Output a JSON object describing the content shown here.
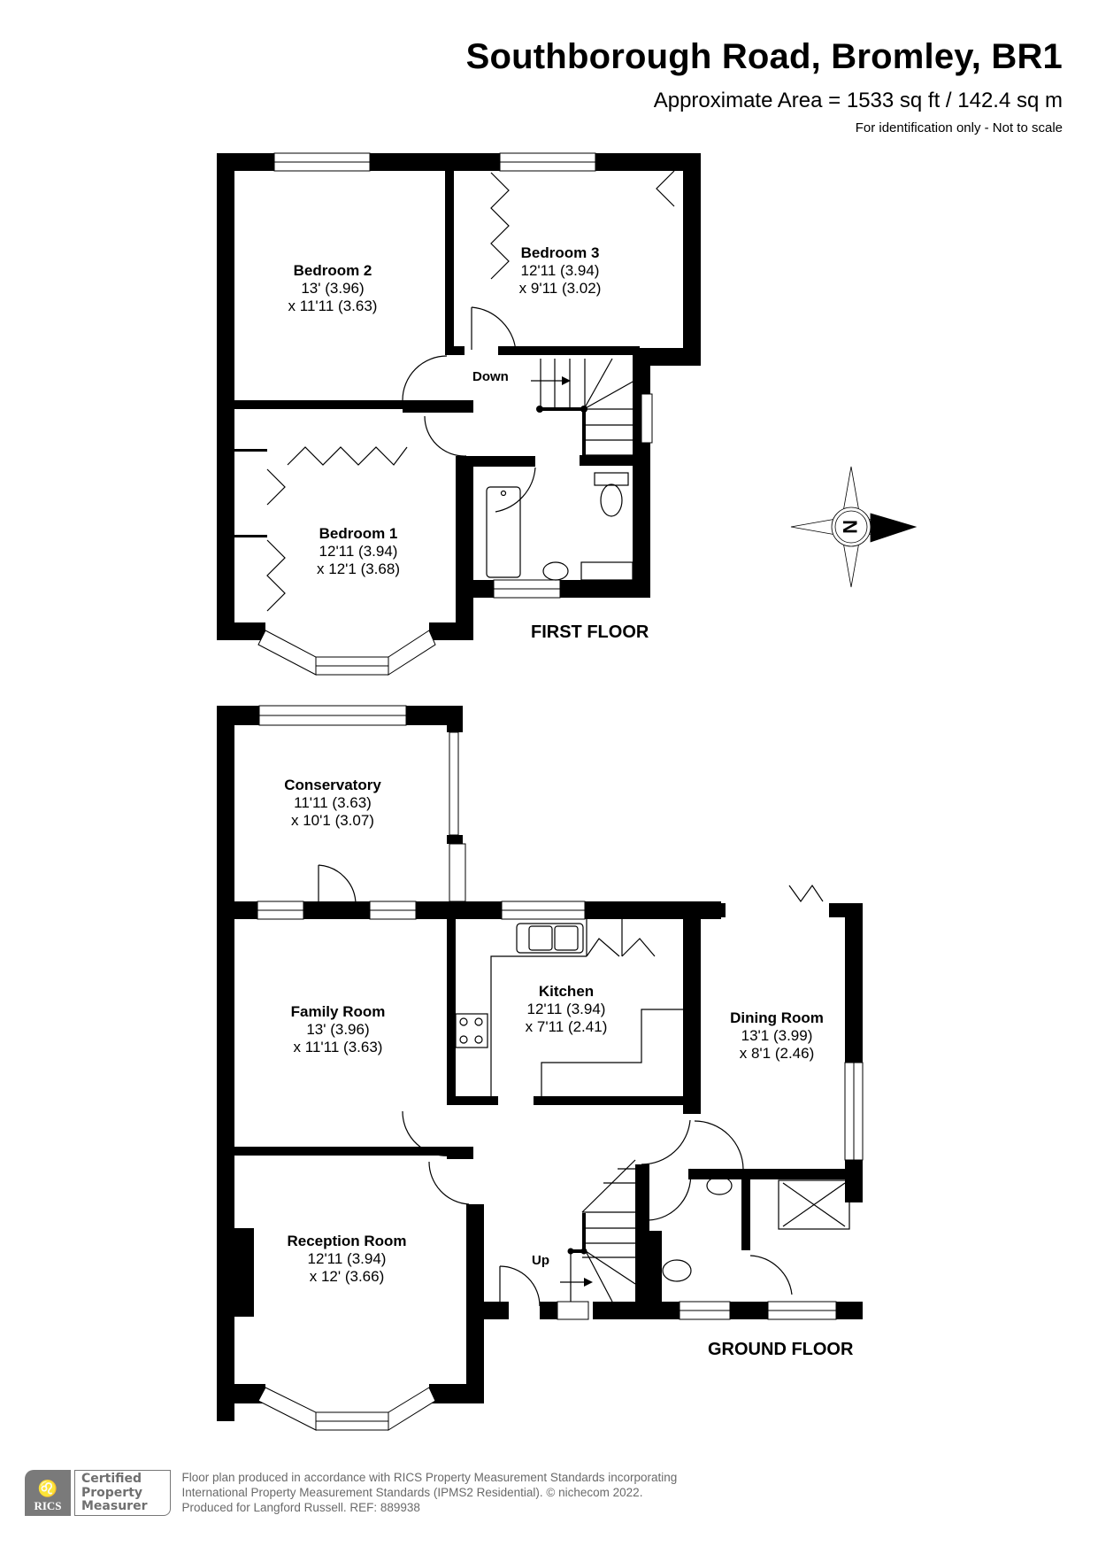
{
  "header": {
    "title": "Southborough Road, Bromley, BR1",
    "area": "Approximate Area = 1533 sq ft / 142.4 sq m",
    "note": "For identification only - Not to scale"
  },
  "first_floor": {
    "label": "FIRST FLOOR",
    "stairs_label": "Down",
    "rooms": [
      {
        "name": "Bedroom 2",
        "dim1": "13' (3.96)",
        "dim2": "x 11'11 (3.63)"
      },
      {
        "name": "Bedroom 3",
        "dim1": "12'11 (3.94)",
        "dim2": "x 9'11 (3.02)"
      },
      {
        "name": "Bedroom 1",
        "dim1": "12'11 (3.94)",
        "dim2": "x 12'1 (3.68)"
      }
    ]
  },
  "ground_floor": {
    "label": "GROUND FLOOR",
    "stairs_label": "Up",
    "rooms": [
      {
        "name": "Conservatory",
        "dim1": "11'11 (3.63)",
        "dim2": "x 10'1 (3.07)"
      },
      {
        "name": "Family Room",
        "dim1": "13' (3.96)",
        "dim2": "x 11'11 (3.63)"
      },
      {
        "name": "Kitchen",
        "dim1": "12'11 (3.94)",
        "dim2": "x 7'11 (2.41)"
      },
      {
        "name": "Dining Room",
        "dim1": "13'1 (3.99)",
        "dim2": "x 8'1 (2.46)"
      },
      {
        "name": "Reception Room",
        "dim1": "12'11 (3.94)",
        "dim2": "x 12' (3.66)"
      }
    ]
  },
  "compass": {
    "icon": "compass-north-icon",
    "letter": "N"
  },
  "footer": {
    "badge_text": "RICS",
    "cert_lines": [
      "Certified",
      "Property",
      "Measurer"
    ],
    "lines": [
      "Floor plan produced in accordance with RICS Property Measurement Standards incorporating",
      "International Property Measurement Standards (IPMS2 Residential).   © nichecom 2022.",
      "Produced for Langford Russell.   REF: 889938"
    ]
  },
  "colors": {
    "wall": "#000000",
    "background": "#ffffff",
    "footer_grey": "#7a7a7a"
  }
}
